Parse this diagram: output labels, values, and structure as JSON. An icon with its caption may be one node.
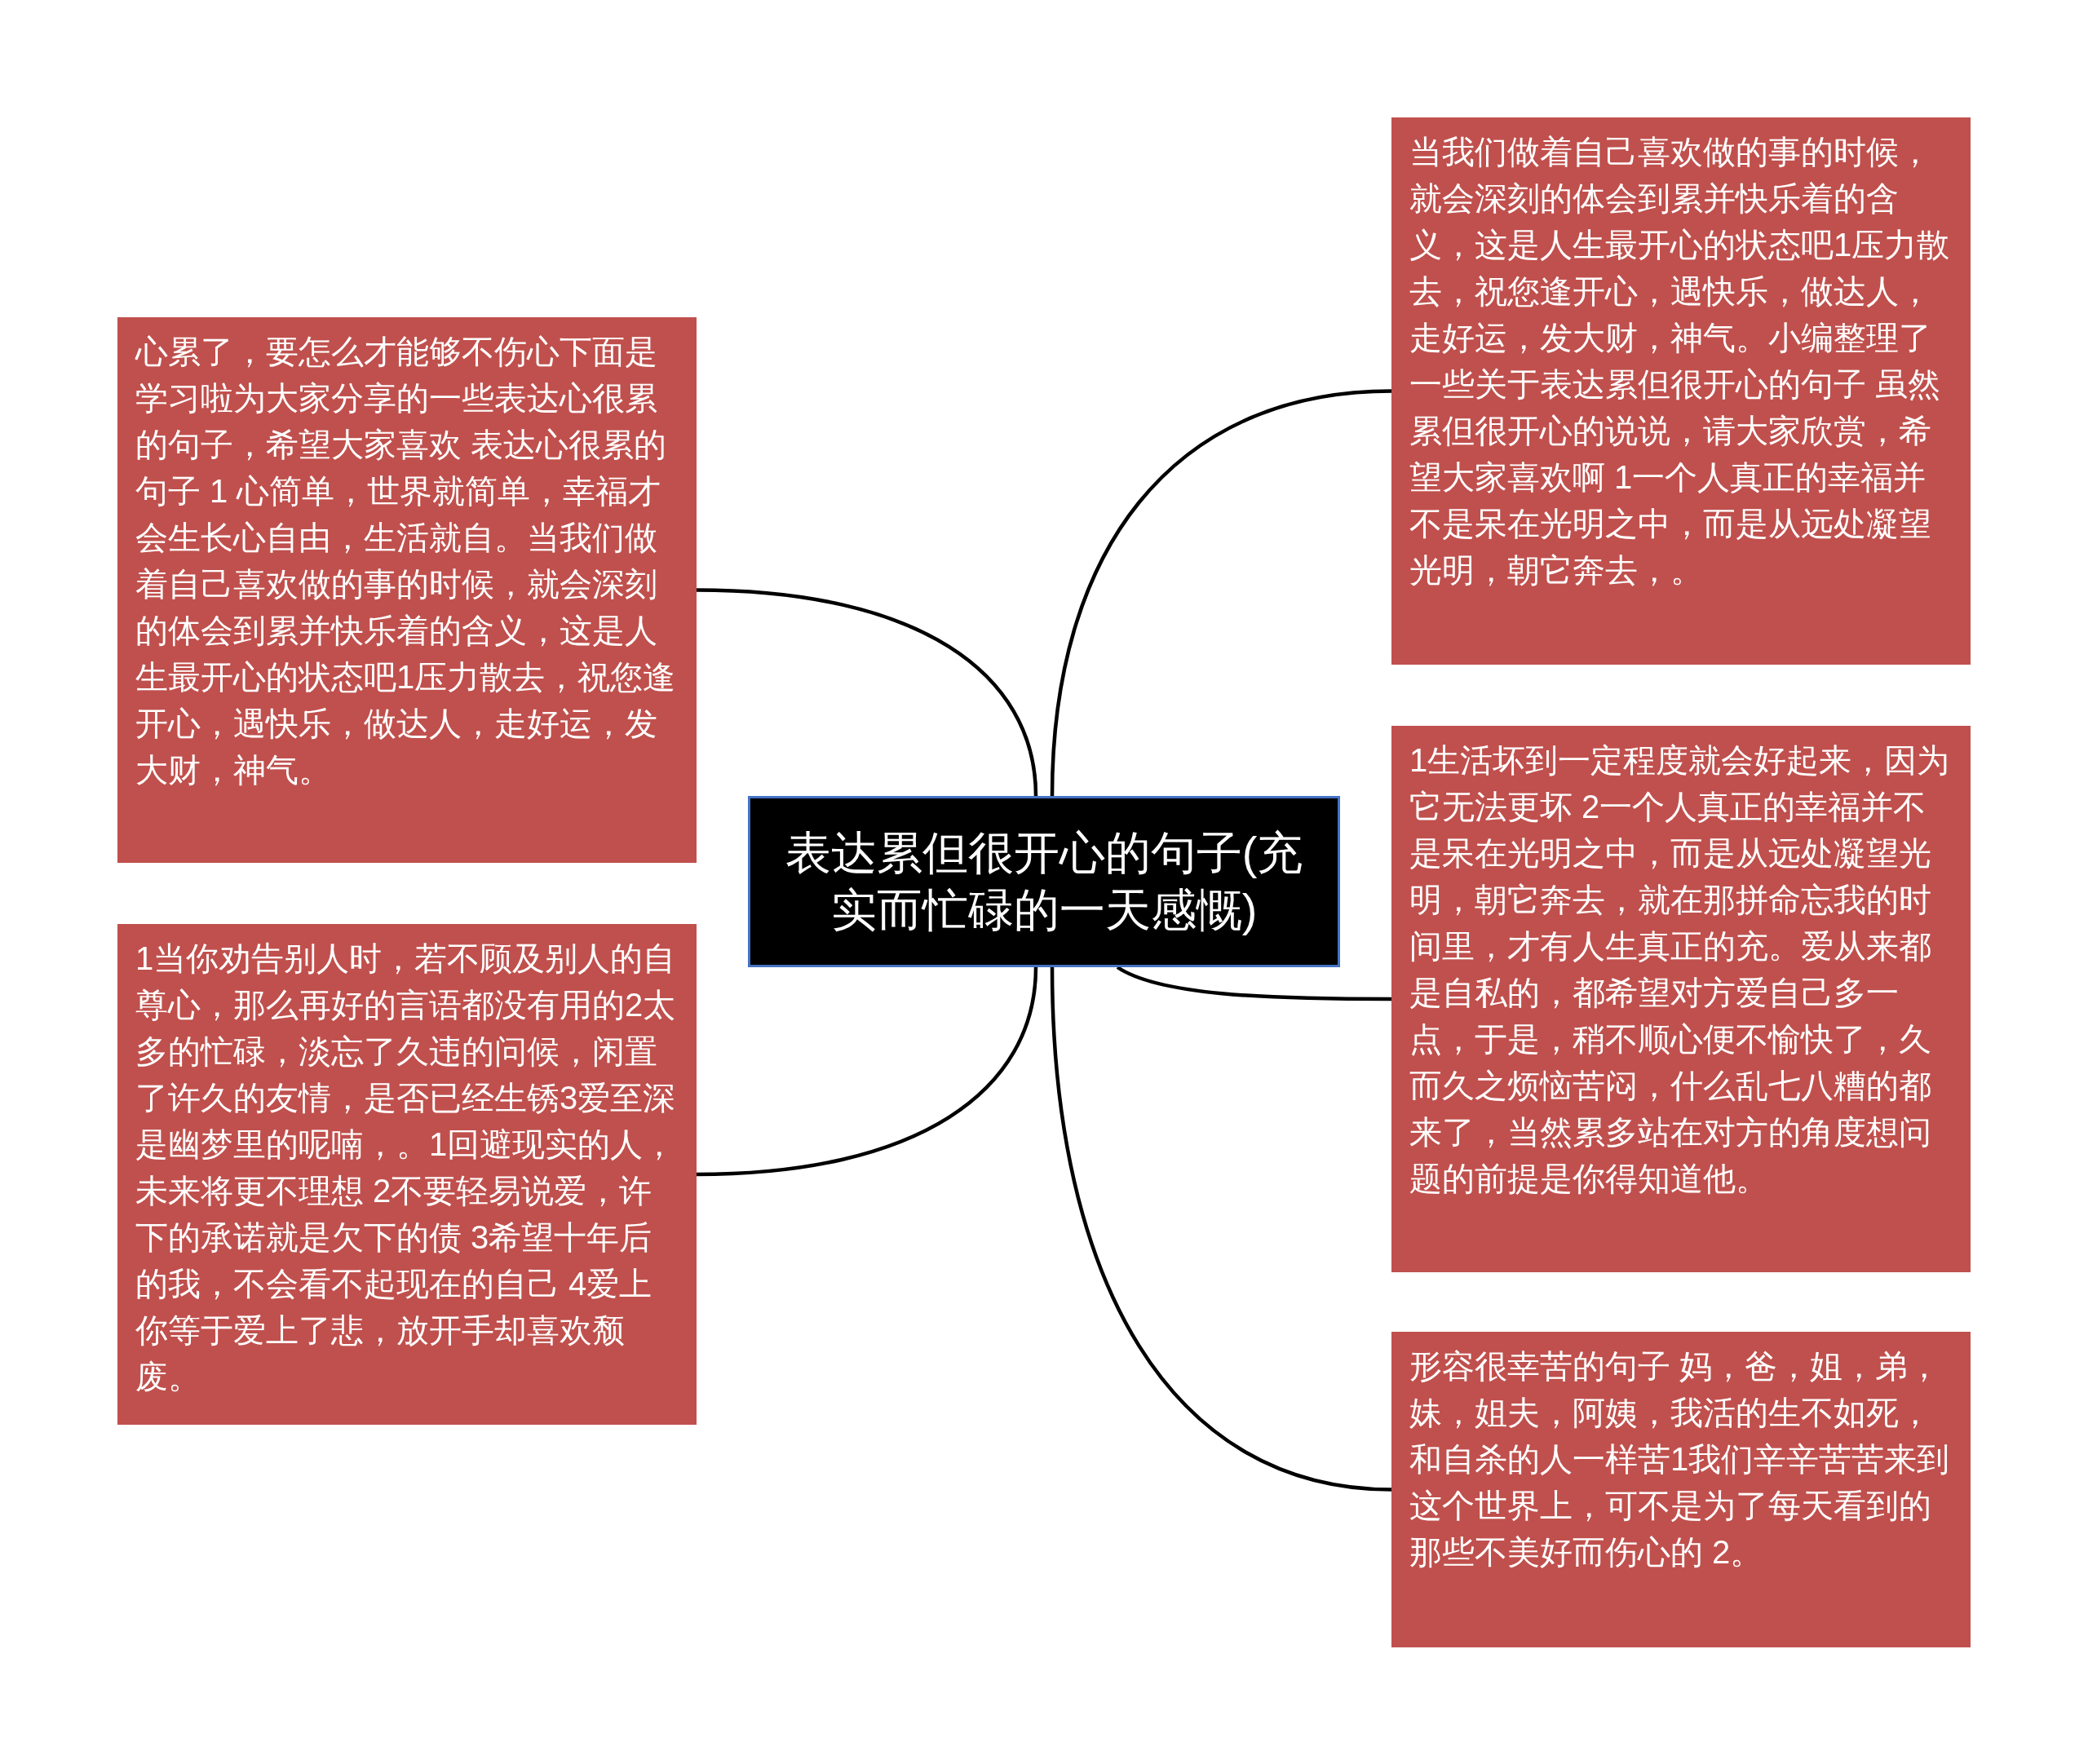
{
  "diagram": {
    "nodes": [
      {
        "text": [
          "表达累但很开心的句子(充实而忙碌的一天感慨)"
        ]
      },
      {
        "text": [
          "心累了，要怎么才能够不伤心下面是学习啦为大家分享的一些表达心很累的句子，希望大家喜欢 表达心很累的句子 1 心简单，世界就简单，幸福才会生长心自由，生活就自。当我们做着自己喜欢做的事的时候，就会深刻的体会到累并快乐着的含义，这是人生最开心的状态吧1压力散去，祝您逢开心，遇快乐，做达人，走好运，发大财，神气。"
        ]
      },
      {
        "text": [
          "1当你劝告别人时，若不顾及别人的自尊心，那么再好的言语都没有用的2太多的忙碌，淡忘了久违的问候，闲置了许久的友情，是否已经生锈3爱至深是幽梦里的呢喃，。1回避现实的人，未来将更不理想 2不要轻易说爱，许下的承诺就是欠下的债 3希望十年后的我，不会看不起现在的自己 4爱上你等于爱上了悲，放开手却喜欢颓废。"
        ]
      },
      {
        "text": [
          "当我们做着自己喜欢做的事的时候，就会深刻的体会到累并快乐着的含义，这是人生最开心的状态吧1压力散去，祝您逢开心，遇快乐，做达人，走好运，发大财，神气。小编整理了一些关于表达累但很开心的句子 虽然累但很开心的说说，请大家欣赏，希望大家喜欢啊 1一个人真正的幸福并不是呆在光明之中，而是从远处凝望光明，朝它奔去，。"
        ]
      },
      {
        "text": [
          "1生活坏到一定程度就会好起来，因为它无法更坏 2一个人真正的幸福并不是呆在光明之中，而是从远处凝望光明，朝它奔去，就在那拼命忘我的时间里，才有人生真正的充。爱从来都是自私的，都希望对方爱自己多一点，于是，稍不顺心便不愉快了，久而久之烦恼苦闷，什么乱七八糟的都来了，当然累多站在对方的角度想问题的前提是你得知道他。"
        ]
      },
      {
        "text": [
          "形容很幸苦的句子 妈，爸，姐，弟，妹，姐夫，阿姨，我活的生不如死，和自杀的人一样苦1我们辛辛苦苦来到这个世界上，可不是为了每天看到的那些不美好而伤心的 2。"
        ]
      }
    ],
    "edges": [
      {
        "from": 0,
        "to": 1,
        "arrow": "none"
      },
      {
        "from": 0,
        "to": 2,
        "arrow": "none"
      },
      {
        "from": 0,
        "to": 3,
        "arrow": "none"
      },
      {
        "from": 0,
        "to": 4,
        "arrow": "none"
      },
      {
        "from": 0,
        "to": 5,
        "arrow": "none"
      }
    ]
  }
}
